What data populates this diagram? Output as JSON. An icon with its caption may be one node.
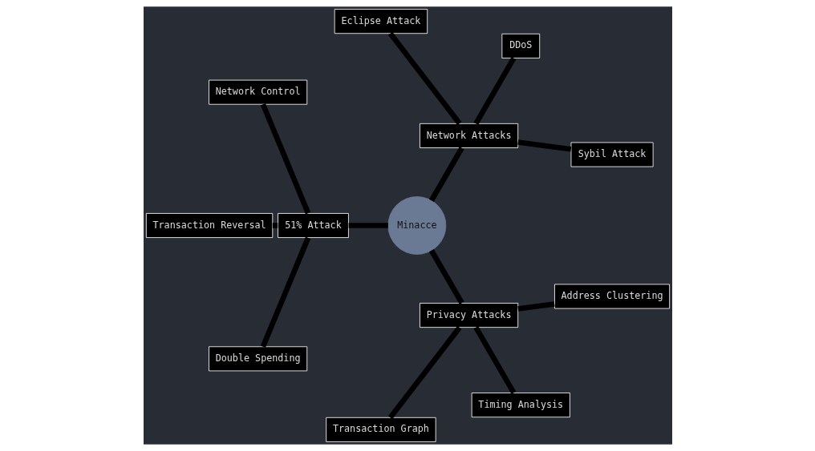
{
  "diagram": {
    "nodes": [
      {
        "text": [
          "Minacce"
        ]
      },
      {
        "text": [
          "Network Attacks"
        ]
      },
      {
        "text": [
          "Sybil Attack"
        ]
      },
      {
        "text": [
          "DDoS"
        ]
      },
      {
        "text": [
          "Eclipse Attack"
        ]
      },
      {
        "text": [
          "51% Attack"
        ]
      },
      {
        "text": [
          "Network Control"
        ]
      },
      {
        "text": [
          "Transaction Reversal"
        ]
      },
      {
        "text": [
          "Double Spending"
        ]
      },
      {
        "text": [
          "Privacy Attacks"
        ]
      },
      {
        "text": [
          "Transaction Graph"
        ]
      },
      {
        "text": [
          "Timing Analysis"
        ]
      },
      {
        "text": [
          "Address Clustering"
        ]
      }
    ],
    "edges": [
      {
        "from": 0,
        "to": 1,
        "arrow": "none"
      },
      {
        "from": 1,
        "to": 2,
        "arrow": "none"
      },
      {
        "from": 1,
        "to": 3,
        "arrow": "none"
      },
      {
        "from": 1,
        "to": 4,
        "arrow": "none"
      },
      {
        "from": 0,
        "to": 5,
        "arrow": "none"
      },
      {
        "from": 5,
        "to": 6,
        "arrow": "none"
      },
      {
        "from": 5,
        "to": 7,
        "arrow": "none"
      },
      {
        "from": 5,
        "to": 8,
        "arrow": "none"
      },
      {
        "from": 0,
        "to": 9,
        "arrow": "none"
      },
      {
        "from": 9,
        "to": 10,
        "arrow": "none"
      },
      {
        "from": 9,
        "to": 11,
        "arrow": "none"
      },
      {
        "from": 9,
        "to": 12,
        "arrow": "none"
      }
    ]
  }
}
